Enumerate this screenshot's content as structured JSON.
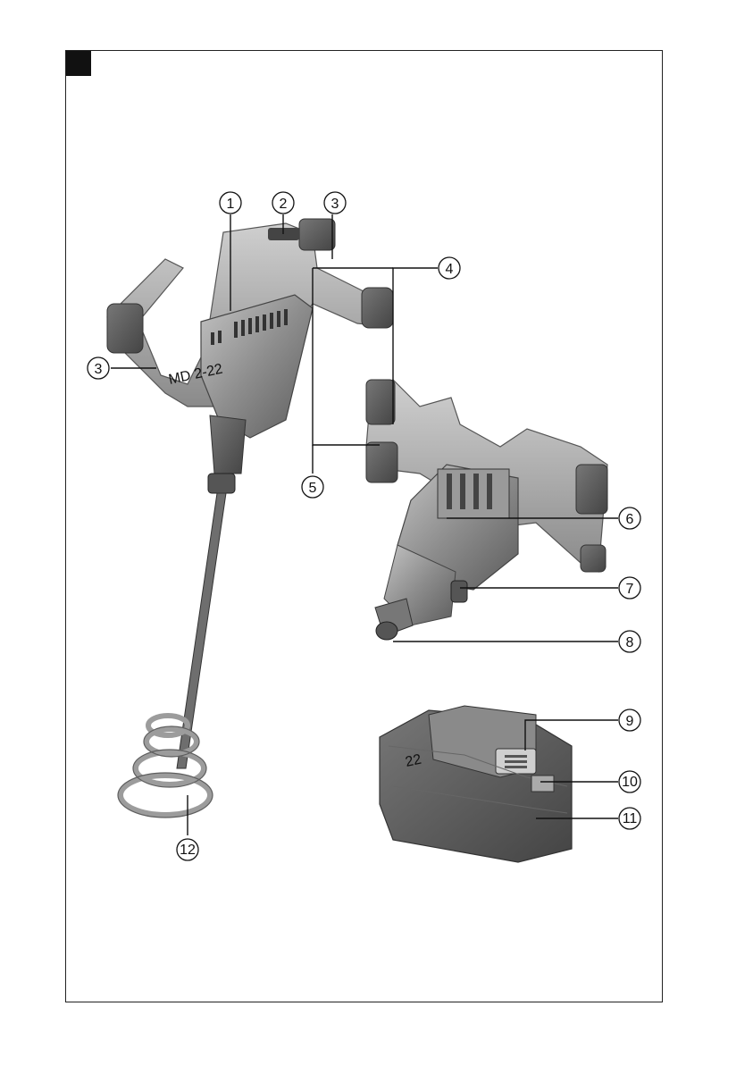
{
  "figure": {
    "marker_label": "1"
  },
  "callouts": [
    {
      "id": 1,
      "text": "1"
    },
    {
      "id": 2,
      "text": "2"
    },
    {
      "id": 3,
      "text": "3"
    },
    {
      "id": 4,
      "text": "3"
    },
    {
      "id": 5,
      "text": "4"
    },
    {
      "id": 6,
      "text": "5"
    },
    {
      "id": 7,
      "text": "6"
    },
    {
      "id": 8,
      "text": "7"
    },
    {
      "id": 9,
      "text": "8"
    },
    {
      "id": 10,
      "text": "9"
    },
    {
      "id": 11,
      "text": "10"
    },
    {
      "id": 12,
      "text": "11"
    },
    {
      "id": 13,
      "text": "12"
    }
  ],
  "printed_text": {
    "battery_label": "22",
    "mixer_label": "MD 2-22"
  },
  "colors": {
    "tool_body": "#8a8a8a",
    "tool_dark": "#555555",
    "tool_light": "#bdbdbd",
    "frame": "#222222"
  }
}
